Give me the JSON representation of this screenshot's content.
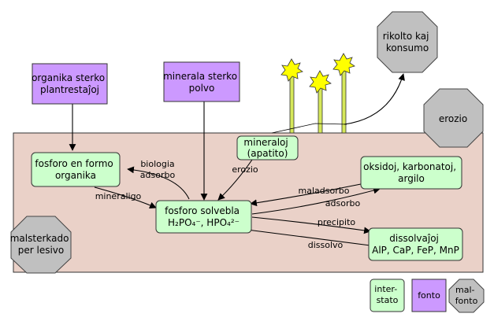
{
  "nodes": {
    "organic_source": [
      "organika sterko",
      "plantrestaĵoj"
    ],
    "mineral_source": [
      "minerala sterko",
      "polvo"
    ],
    "harvest_sink": [
      "rikolto kaj",
      "konsumo"
    ],
    "erosion_sink": [
      "erozio"
    ],
    "leaching_sink": [
      "malsterkado",
      "per lesivo"
    ],
    "organic_p": [
      "fosforo en formo",
      "organika"
    ],
    "mineral_apatite": [
      "mineraloj",
      "(apatito)"
    ],
    "soluble_p": [
      "fosforo solvebla",
      "H₂PO₄⁻, HPO₄²⁻"
    ],
    "oxides": [
      "oksidoj, karbonatoj,",
      "argilo"
    ],
    "dissolved": [
      "dissolvaĵoj",
      "AlP, CaP, FeP, MnP"
    ]
  },
  "edge_labels": {
    "biology": "biologia",
    "adsorbo_left": "adsorbo",
    "mineraligo": "mineraligo",
    "erozio": "erozio",
    "maladsorbo": "maladsorbo",
    "adsorbo_right": "adsorbo",
    "precipito": "precipito",
    "dissolvo": "dissolvo"
  },
  "legend": {
    "inter_state": [
      "inter-",
      "stato"
    ],
    "source": [
      "fonto"
    ],
    "sink": [
      "mal-",
      "fonto"
    ]
  },
  "colors": {
    "soil": "#ead1c8",
    "inter_state": "#ccffcc",
    "source": "#cc99ff",
    "sink": "#c0c0c0",
    "plant_stem": "#d6e85a",
    "flower": "#ffff00"
  }
}
